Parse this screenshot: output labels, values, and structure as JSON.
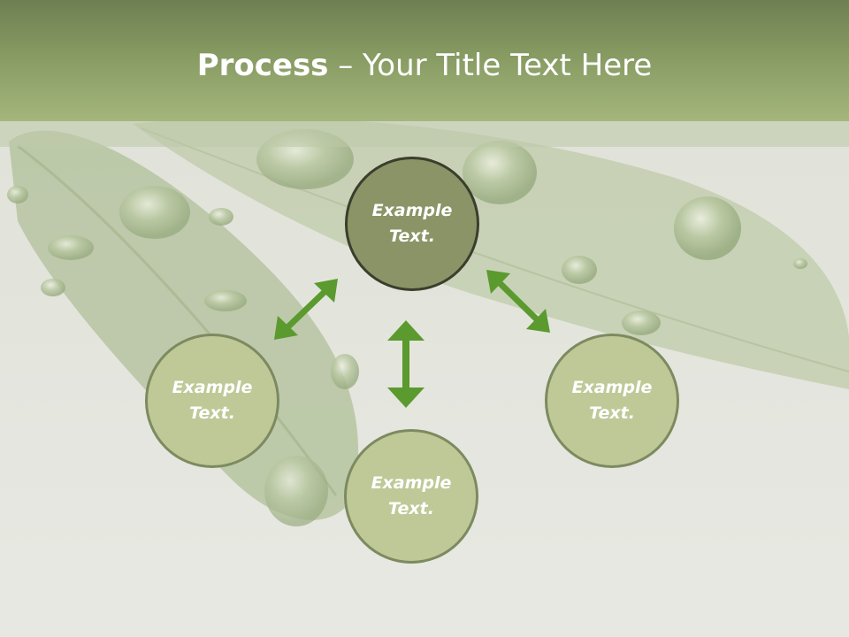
{
  "slide": {
    "title_bold": "Process",
    "title_rest": " – Your Title Text Here"
  },
  "diagram": {
    "nodes": {
      "top": "Example Text.",
      "left": "Example Text.",
      "bottom": "Example Text.",
      "right": "Example Text."
    },
    "arrow_color": "#5b9a2e",
    "header_color": "#869a62",
    "node_fill": "#bec997",
    "center_node_fill": "#8a9466"
  }
}
